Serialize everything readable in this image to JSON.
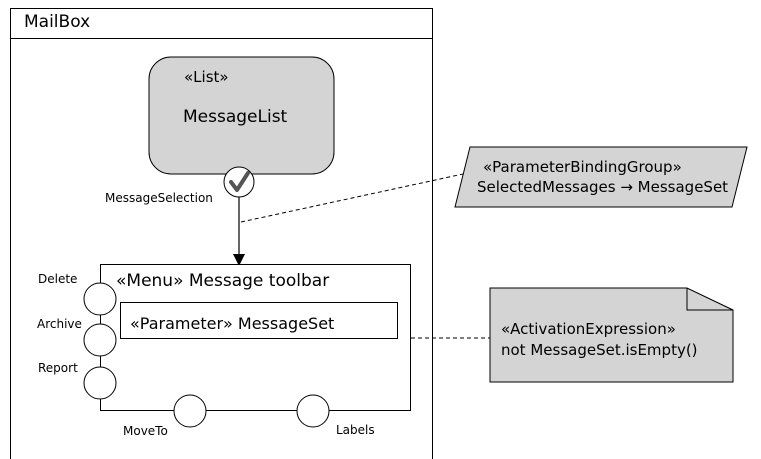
{
  "mailbox": {
    "title": "MailBox"
  },
  "list_node": {
    "stereotype": "«List»",
    "name": "MessageList"
  },
  "pins": {
    "message_selection": "MessageSelection",
    "delete": "Delete",
    "archive": "Archive",
    "report": "Report",
    "move_to": "MoveTo",
    "labels": "Labels"
  },
  "menu": {
    "title": "«Menu» Message toolbar"
  },
  "parameter": {
    "label": "«Parameter» MessageSet"
  },
  "parameter_binding_group": {
    "stereotype": "«ParameterBindingGroup»",
    "binding": "SelectedMessages → MessageSet"
  },
  "activation_note": {
    "stereotype": "«ActivationExpression»",
    "expression": "not MessageSet.isEmpty()"
  },
  "colors": {
    "node_fill": "#d4d4d4",
    "stroke": "#000000",
    "pin_fill": "#ffffff",
    "checkmark": "#555555"
  }
}
